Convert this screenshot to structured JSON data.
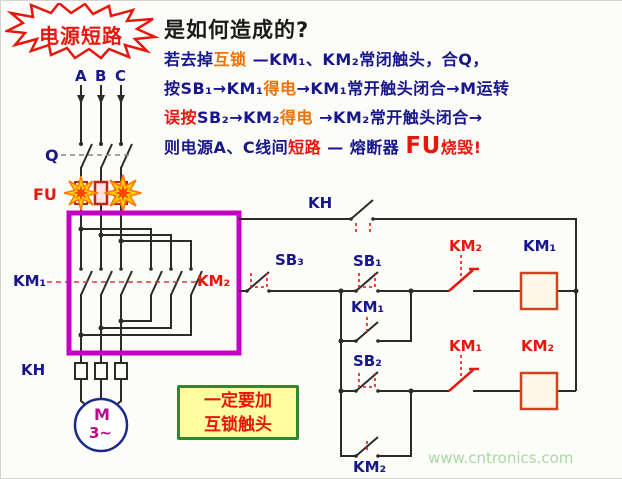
{
  "colors": {
    "navy": "#17168c",
    "red": "#e8170d",
    "orange": "#f07000",
    "highlight_purple": "#c400c4",
    "note_green": "#2d8a2d",
    "note_yellow": "#ffffa0",
    "star_gold": "#ffd400",
    "watermark_green": "#a9d8a4"
  },
  "title": {
    "burst": "电源短路",
    "question": "是如何造成的?"
  },
  "explanation": {
    "line1": {
      "p1": "若去掉",
      "p2": "互锁",
      "p3": " —KM₁、KM₂常闭触头，合Q，"
    },
    "line2": {
      "p1": "按SB₁→KM₁",
      "p2": "得电",
      "p3": "→KM₁常开触头闭合→M运转"
    },
    "line3": {
      "p1": "误按",
      "p2": "SB₂→KM₂",
      "p3": "得电",
      "p4": " →KM₂常开触头闭合→"
    },
    "line4": {
      "p1": "则电源A、C线间",
      "p2": "短路",
      "p3": " — 熔断器 ",
      "p4": "FU",
      "p5": "烧毁!"
    }
  },
  "power_labels": {
    "phase_a": "A",
    "phase_b": "B",
    "phase_c": "C",
    "q_switch": "Q",
    "fuse": "FU",
    "km1": "KM₁",
    "km2": "KM₂",
    "thermal": "KH",
    "motor_m": "M",
    "motor_phase": "3~"
  },
  "control_labels": {
    "kh": "KH",
    "sb3": "SB₃",
    "sb1": "SB₁",
    "km1_aux": "KM₁",
    "km2_interlock": "KM₂",
    "km1_coil": "KM₁",
    "sb2": "SB₂",
    "km2_aux": "KM₂",
    "km1_interlock": "KM₁",
    "km2_coil": "KM₂"
  },
  "note": {
    "line1": "一定要加",
    "line2": "互锁触头"
  },
  "watermark": "www.cntronics.com"
}
